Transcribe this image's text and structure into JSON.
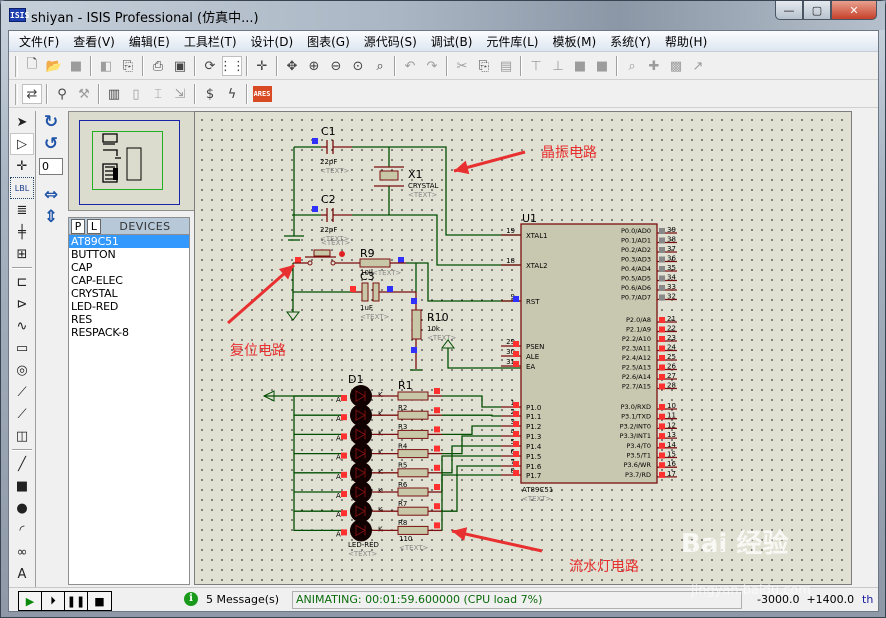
{
  "window": {
    "title": "shiyan - ISIS Professional (仿真中...)",
    "app_icon_label": "ISIS",
    "controls": {
      "minimize": "—",
      "maximize": "▢",
      "close": "✕"
    }
  },
  "menubar": {
    "items": [
      {
        "label": "文件(F)"
      },
      {
        "label": "查看(V)"
      },
      {
        "label": "编辑(E)"
      },
      {
        "label": "工具栏(T)"
      },
      {
        "label": "设计(D)"
      },
      {
        "label": "图表(G)"
      },
      {
        "label": "源代码(S)"
      },
      {
        "label": "调试(B)"
      },
      {
        "label": "元件库(L)"
      },
      {
        "label": "模板(M)"
      },
      {
        "label": "系统(Y)"
      },
      {
        "label": "帮助(H)"
      }
    ]
  },
  "toolbar1": {
    "groups": [
      [
        {
          "icon": "new-file-icon",
          "glyph": "🗋"
        },
        {
          "icon": "open-folder-icon",
          "glyph": "📂"
        },
        {
          "icon": "save-icon",
          "glyph": "■",
          "disabled": true
        }
      ],
      [
        {
          "icon": "import-icon",
          "glyph": "◧",
          "disabled": true
        },
        {
          "icon": "export-icon",
          "glyph": "⎘"
        }
      ],
      [
        {
          "icon": "print-icon",
          "glyph": "⎙"
        },
        {
          "icon": "print-area-icon",
          "glyph": "▣"
        }
      ],
      [
        {
          "icon": "refresh-icon",
          "glyph": "⟳"
        },
        {
          "icon": "grid-icon",
          "glyph": "⋮⋮",
          "active": true
        }
      ],
      [
        {
          "icon": "origin-icon",
          "glyph": "✛"
        }
      ],
      [
        {
          "icon": "pan-icon",
          "glyph": "✥"
        },
        {
          "icon": "zoom-in-icon",
          "glyph": "⊕"
        },
        {
          "icon": "zoom-out-icon",
          "glyph": "⊖"
        },
        {
          "icon": "zoom-all-icon",
          "glyph": "⊙"
        },
        {
          "icon": "zoom-area-icon",
          "glyph": "⌕"
        }
      ],
      [
        {
          "icon": "undo-icon",
          "glyph": "↶",
          "disabled": true
        },
        {
          "icon": "redo-icon",
          "glyph": "↷",
          "disabled": true
        }
      ],
      [
        {
          "icon": "cut-icon",
          "glyph": "✂",
          "disabled": true
        },
        {
          "icon": "copy-icon",
          "glyph": "⎘"
        },
        {
          "icon": "paste-icon",
          "glyph": "▤",
          "disabled": true
        }
      ],
      [
        {
          "icon": "block-copy-icon",
          "glyph": "⊤",
          "disabled": true
        },
        {
          "icon": "block-move-icon",
          "glyph": "⊥",
          "disabled": true
        },
        {
          "icon": "block-rotate-icon",
          "glyph": "■",
          "disabled": true
        },
        {
          "icon": "block-delete-icon",
          "glyph": "■",
          "disabled": true
        }
      ],
      [
        {
          "icon": "pick-device-icon",
          "glyph": "⌕",
          "disabled": true
        },
        {
          "icon": "make-device-icon",
          "glyph": "✚",
          "disabled": true
        },
        {
          "icon": "package-tool-icon",
          "glyph": "▩",
          "disabled": true
        },
        {
          "icon": "decompose-icon",
          "glyph": "↗",
          "disabled": true
        }
      ]
    ]
  },
  "toolbar2": {
    "groups": [
      [
        {
          "icon": "wire-autorouter-icon",
          "glyph": "⇄",
          "active": true
        }
      ],
      [
        {
          "icon": "search-tag-icon",
          "glyph": "⚲"
        },
        {
          "icon": "property-tool-icon",
          "glyph": "⚒",
          "disabled": true
        }
      ],
      [
        {
          "icon": "new-sheet-icon",
          "glyph": "▥"
        },
        {
          "icon": "remove-sheet-icon",
          "glyph": "▯",
          "disabled": true
        },
        {
          "icon": "goto-sheet-icon",
          "glyph": "⌶",
          "disabled": true
        },
        {
          "icon": "zoom-child-icon",
          "glyph": "⇲",
          "disabled": true
        }
      ],
      [
        {
          "icon": "bill-of-materials-icon",
          "glyph": "$"
        },
        {
          "icon": "electrical-rule-check-icon",
          "glyph": "ϟ"
        }
      ],
      [
        {
          "icon": "ares-netlist-icon",
          "glyph": "ARES"
        }
      ]
    ]
  },
  "left_tools": [
    {
      "icon": "selection-mode-icon",
      "glyph": "➤"
    },
    {
      "icon": "component-mode-icon",
      "glyph": "▷",
      "active": true
    },
    {
      "icon": "junction-dot-icon",
      "glyph": "✛"
    },
    {
      "icon": "wire-label-icon",
      "glyph": "LBL"
    },
    {
      "icon": "text-script-icon",
      "glyph": "≣"
    },
    {
      "icon": "buses-icon",
      "glyph": "╪"
    },
    {
      "icon": "subcircuit-icon",
      "glyph": "⊞"
    },
    {
      "sep": true
    },
    {
      "icon": "terminals-icon",
      "glyph": "⊏"
    },
    {
      "icon": "device-pins-icon",
      "glyph": "⊳"
    },
    {
      "icon": "graph-mode-icon",
      "glyph": "∿"
    },
    {
      "icon": "tape-recorder-icon",
      "glyph": "▭"
    },
    {
      "icon": "generator-icon",
      "glyph": "◎"
    },
    {
      "icon": "voltage-probe-icon",
      "glyph": "⟋"
    },
    {
      "icon": "current-probe-icon",
      "glyph": "⟋"
    },
    {
      "icon": "virtual-instruments-icon",
      "glyph": "◫"
    },
    {
      "sep": true
    },
    {
      "icon": "line-2d-icon",
      "glyph": "╱"
    },
    {
      "icon": "box-2d-icon",
      "glyph": "■"
    },
    {
      "icon": "circle-2d-icon",
      "glyph": "●"
    },
    {
      "icon": "arc-2d-icon",
      "glyph": "◜"
    },
    {
      "icon": "path-2d-icon",
      "glyph": "∞"
    },
    {
      "icon": "text-2d-icon",
      "glyph": "A"
    }
  ],
  "orientation": {
    "rotate_cw": "↻",
    "rotate_ccw": "↺",
    "angle": "0",
    "mirror_h": "⇔",
    "mirror_v": "⇕"
  },
  "devices": {
    "tabs": {
      "p": "P",
      "l": "L"
    },
    "title": "DEVICES",
    "items": [
      "AT89C51",
      "BUTTON",
      "CAP",
      "CAP-ELEC",
      "CRYSTAL",
      "LED-RED",
      "RES",
      "RESPACK-8"
    ],
    "selected": "AT89C51"
  },
  "schematic": {
    "colors": {
      "wire": "#004d00",
      "component": "#7a0f0f",
      "body": "#c8c8a8",
      "pin_high": "#ff3030",
      "pin_low": "#3030ff",
      "pin_neutral": "#888888",
      "annotation": "#e83030"
    },
    "components": {
      "c1": {
        "ref": "C1",
        "value": "22pF",
        "text": "<TEXT>"
      },
      "c2": {
        "ref": "C2",
        "value": "22pF",
        "text": "<TEXT>"
      },
      "x1": {
        "ref": "X1",
        "value": "CRYSTAL",
        "text": "<TEXT>"
      },
      "r9": {
        "ref": "R9",
        "value": "10k",
        "text": "<TEXT>"
      },
      "c3": {
        "ref": "C3",
        "value": "1uF",
        "text": "<TEXT>"
      },
      "r10": {
        "ref": "R10",
        "value": "10k",
        "text": "<TEXT>"
      },
      "button": {
        "text": "<TEXT>"
      },
      "d1": {
        "ref": "D1",
        "value": "LED-RED",
        "text": "<TEXT>"
      },
      "r1": {
        "ref": "R1",
        "value": "110",
        "text": "<TEXT>"
      },
      "u1": {
        "ref": "U1",
        "value": "AT89C51",
        "text": "<TEXT>"
      }
    },
    "led_resistors": [
      "R2",
      "R3",
      "R4",
      "R5",
      "R6",
      "R7",
      "R8"
    ],
    "u1_left_pins": [
      {
        "num": "19",
        "name": "XTAL1"
      },
      {
        "num": "18",
        "name": "XTAL2"
      },
      {
        "num": "9",
        "name": "RST"
      },
      {
        "num": "29",
        "name": "PSEN"
      },
      {
        "num": "30",
        "name": "ALE"
      },
      {
        "num": "31",
        "name": "EA"
      },
      {
        "num": "1",
        "name": "P1.0"
      },
      {
        "num": "2",
        "name": "P1.1"
      },
      {
        "num": "3",
        "name": "P1.2"
      },
      {
        "num": "4",
        "name": "P1.3"
      },
      {
        "num": "5",
        "name": "P1.4"
      },
      {
        "num": "6",
        "name": "P1.5"
      },
      {
        "num": "7",
        "name": "P1.6"
      },
      {
        "num": "8",
        "name": "P1.7"
      }
    ],
    "u1_right_pins": [
      {
        "num": "39",
        "name": "P0.0/AD0"
      },
      {
        "num": "38",
        "name": "P0.1/AD1"
      },
      {
        "num": "37",
        "name": "P0.2/AD2"
      },
      {
        "num": "36",
        "name": "P0.3/AD3"
      },
      {
        "num": "35",
        "name": "P0.4/AD4"
      },
      {
        "num": "34",
        "name": "P0.5/AD5"
      },
      {
        "num": "33",
        "name": "P0.6/AD6"
      },
      {
        "num": "32",
        "name": "P0.7/AD7"
      },
      {
        "num": "21",
        "name": "P2.0/A8"
      },
      {
        "num": "22",
        "name": "P2.1/A9"
      },
      {
        "num": "23",
        "name": "P2.2/A10"
      },
      {
        "num": "24",
        "name": "P2.3/A11"
      },
      {
        "num": "25",
        "name": "P2.4/A12"
      },
      {
        "num": "26",
        "name": "P2.5/A13"
      },
      {
        "num": "27",
        "name": "P2.6/A14"
      },
      {
        "num": "28",
        "name": "P2.7/A15"
      },
      {
        "num": "10",
        "name": "P3.0/RXD"
      },
      {
        "num": "11",
        "name": "P3.1/TXD"
      },
      {
        "num": "12",
        "name": "P3.2/INT0"
      },
      {
        "num": "13",
        "name": "P3.3/INT1"
      },
      {
        "num": "14",
        "name": "P3.4/T0"
      },
      {
        "num": "15",
        "name": "P3.5/T1"
      },
      {
        "num": "16",
        "name": "P3.6/WR"
      },
      {
        "num": "17",
        "name": "P3.7/RD"
      }
    ],
    "led_pin_labels": {
      "anode": "A",
      "cathode": "K"
    },
    "annotations": {
      "crystal": "晶振电路",
      "reset": "复位电路",
      "led": "流水灯电路"
    }
  },
  "statusbar": {
    "sim_controls": [
      {
        "icon": "play-icon",
        "glyph": "▶"
      },
      {
        "icon": "step-icon",
        "glyph": "⏵"
      },
      {
        "icon": "pause-icon",
        "glyph": "❚❚"
      },
      {
        "icon": "stop-icon",
        "glyph": "■"
      }
    ],
    "messages": "5 Message(s)",
    "animating": "ANIMATING: 00:01:59.600000 (CPU load 7%)",
    "coord_x": "-3000.0",
    "coord_y": "+1400.0",
    "units": "th"
  },
  "watermark": {
    "brand": "Bai 经验",
    "url": "jingyan.baidu.com"
  }
}
